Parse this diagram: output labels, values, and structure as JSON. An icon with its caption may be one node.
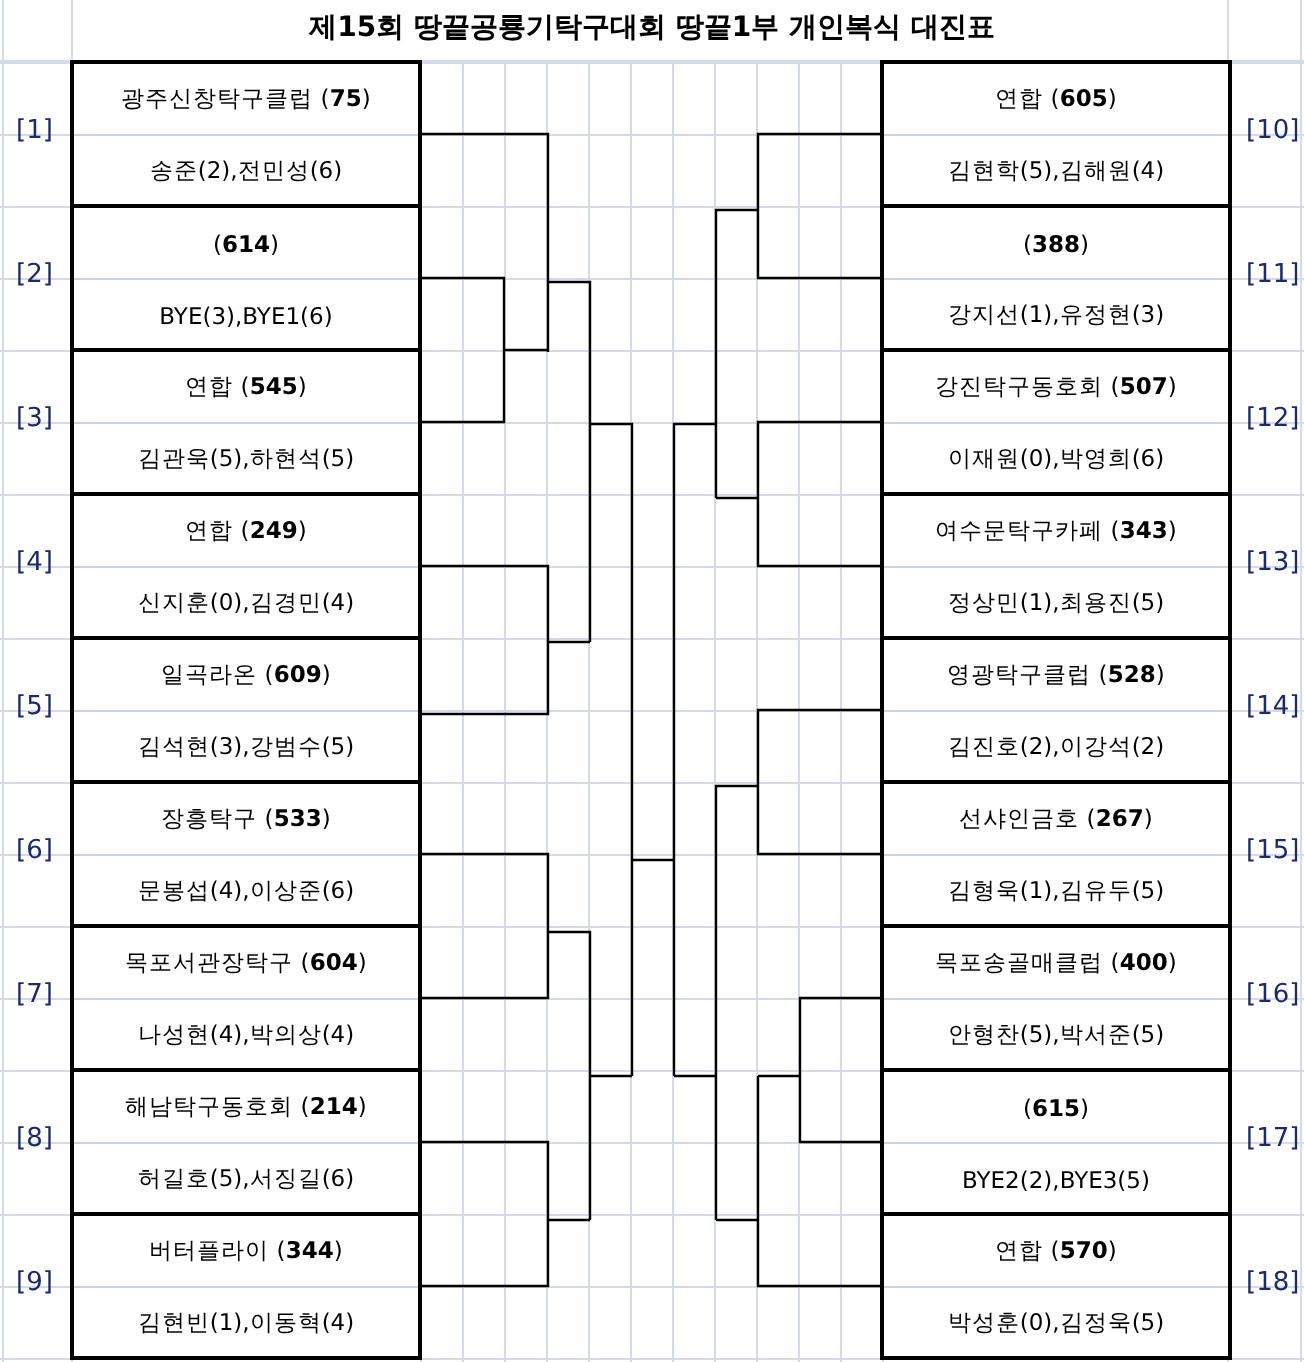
{
  "diagram": {
    "title": "제15회 땅끝공룡기탁구대회 땅끝1부 개인복식 대진표",
    "nodes": [
      {
        "text": [
          "광주신창탁구클럽 (**75**)",
          "송준(2),전민성(6)"
        ],
        "beside": [
          "[1]"
        ]
      },
      {
        "text": [
          "(**614**)",
          "BYE(3),BYE1(6)"
        ],
        "beside": [
          "[2]"
        ]
      },
      {
        "text": [
          "연합 (**545**)",
          "김관욱(5),하현석(5)"
        ],
        "beside": [
          "[3]"
        ]
      },
      {
        "text": [
          "연합 (**249**)",
          "신지훈(0),김경민(4)"
        ],
        "beside": [
          "[4]"
        ]
      },
      {
        "text": [
          "일곡라온 (**609**)",
          "김석현(3),강범수(5)"
        ],
        "beside": [
          "[5]"
        ]
      },
      {
        "text": [
          "장흥탁구 (**533**)",
          "문봉섭(4),이상준(6)"
        ],
        "beside": [
          "[6]"
        ]
      },
      {
        "text": [
          "목포서관장탁구 (**604**)",
          "나성현(4),박의상(4)"
        ],
        "beside": [
          "[7]"
        ]
      },
      {
        "text": [
          "해남탁구동호회 (**214**)",
          "허길호(5),서징길(6)"
        ],
        "beside": [
          "[8]"
        ]
      },
      {
        "text": [
          "버터플라이 (**344**)",
          "김현빈(1),이동혁(4)"
        ],
        "beside": [
          "[9]"
        ]
      },
      {
        "text": [
          "연합 (**605**)",
          "김현학(5),김해원(4)"
        ],
        "beside": [
          "[10]"
        ]
      },
      {
        "text": [
          "(**388**)",
          "강지선(1),유정현(3)"
        ],
        "beside": [
          "[11]"
        ]
      },
      {
        "text": [
          "강진탁구동호회 (**507**)",
          "이재원(0),박영희(6)"
        ],
        "beside": [
          "[12]"
        ]
      },
      {
        "text": [
          "여수문탁구카페 (**343**)",
          "정상민(1),최용진(5)"
        ],
        "beside": [
          "[13]"
        ]
      },
      {
        "text": [
          "영광탁구클럽 (**528**)",
          "김진호(2),이강석(2)"
        ],
        "beside": [
          "[14]"
        ]
      },
      {
        "text": [
          "선샤인금호 (**267**)",
          "김형욱(1),김유두(5)"
        ],
        "beside": [
          "[15]"
        ]
      },
      {
        "text": [
          "목포송골매클럽 (**400**)",
          "안형찬(5),박서준(5)"
        ],
        "beside": [
          "[16]"
        ]
      },
      {
        "text": [
          "(**615**)",
          "BYE2(2),BYE3(5)"
        ],
        "beside": [
          "[17]"
        ]
      },
      {
        "text": [
          "연합 (**570**)",
          "박성훈(0),김정욱(5)"
        ],
        "beside": [
          "[18]"
        ]
      }
    ]
  }
}
